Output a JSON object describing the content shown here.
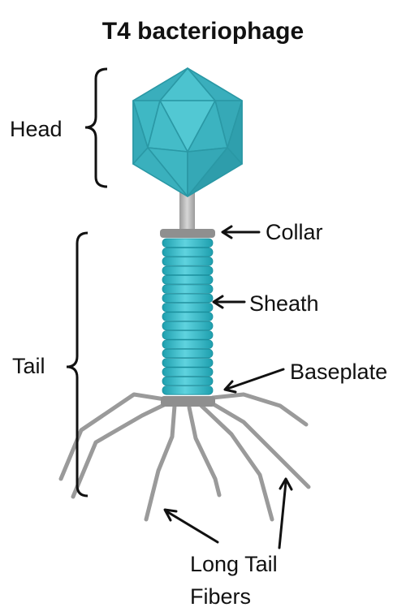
{
  "title": "T4 bacteriophage",
  "labels": {
    "head": "Head",
    "tail": "Tail",
    "collar": "Collar",
    "sheath": "Sheath",
    "baseplate": "Baseplate",
    "fibers_line1": "Long Tail",
    "fibers_line2": "Fibers"
  },
  "colors": {
    "capsid": "#3fb8c4",
    "capsid_dark": "#2a98a5",
    "sheath": "#3ab7c6",
    "sheath_dark": "#1f97a6",
    "gray": "#999999",
    "text": "#111111"
  }
}
